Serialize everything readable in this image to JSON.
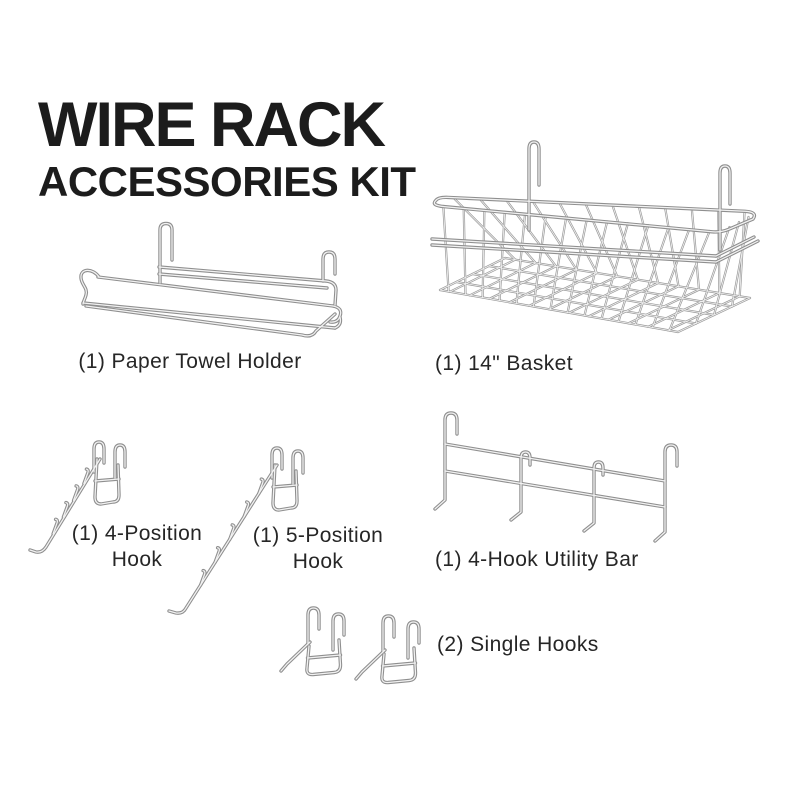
{
  "title": {
    "line1": "WIRE RACK",
    "line2": "ACCESSORIES KIT"
  },
  "items": {
    "paper_towel_holder": {
      "label": "(1) Paper Towel Holder",
      "illustration": "paper-towel-holder"
    },
    "basket": {
      "label": "(1) 14\" Basket",
      "illustration": "wire-basket"
    },
    "four_position_hook": {
      "label_line1": "(1) 4-Position",
      "label_line2": "Hook",
      "illustration": "4-position-hook"
    },
    "five_position_hook": {
      "label_line1": "(1) 5-Position",
      "label_line2": "Hook",
      "illustration": "5-position-hook"
    },
    "utility_bar": {
      "label": "(1) 4-Hook Utility Bar",
      "illustration": "4-hook-utility-bar"
    },
    "single_hooks": {
      "label": "(2) Single Hooks",
      "illustration": "single-hooks"
    }
  },
  "colors": {
    "background": "#ffffff",
    "text": "#1c1c1c",
    "wire": "#8f8f8f",
    "wire_highlight": "#f2f2f2"
  }
}
